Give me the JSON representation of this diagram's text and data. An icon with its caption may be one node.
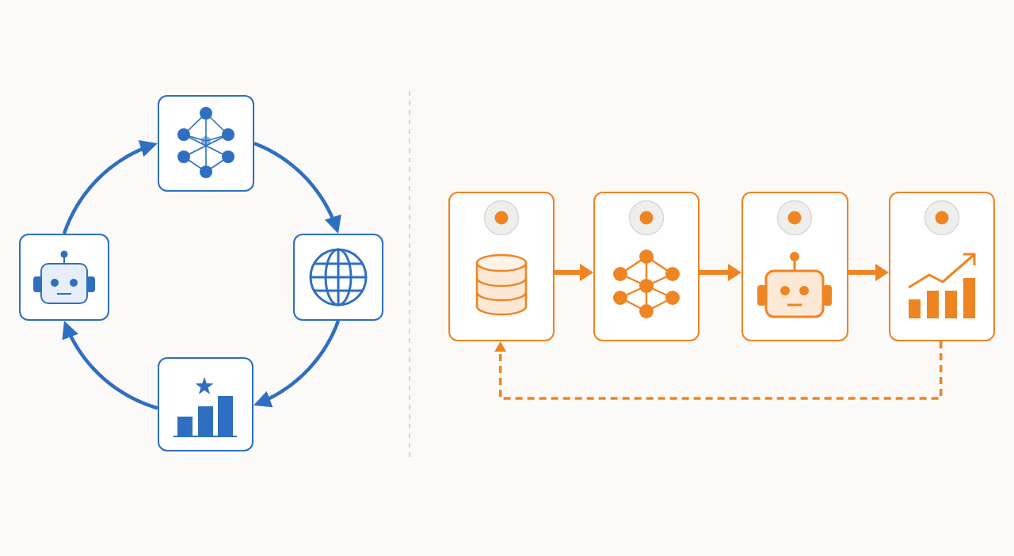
{
  "diagram": {
    "nodes": [
      {
        "text": [],
        "shape": "box"
      },
      {
        "text": [],
        "shape": "box"
      },
      {
        "text": [],
        "shape": "box"
      },
      {
        "text": [],
        "shape": "box"
      },
      {
        "text": [],
        "shape": "box"
      },
      {
        "text": [],
        "shape": "box"
      },
      {
        "text": [],
        "shape": "box"
      },
      {
        "text": [],
        "shape": "box"
      }
    ],
    "edges": [
      {
        "from": 1,
        "to": 0,
        "arrow": "to"
      },
      {
        "from": 0,
        "to": 2,
        "arrow": "to"
      },
      {
        "from": 2,
        "to": 3,
        "arrow": "to"
      },
      {
        "from": 3,
        "to": 1,
        "arrow": "to"
      },
      {
        "from": 4,
        "to": 5,
        "arrow": "to",
        "color": "#ef8422"
      },
      {
        "from": 5,
        "to": 6,
        "arrow": "to",
        "color": "#ef8422"
      },
      {
        "from": 6,
        "to": 7,
        "arrow": "to",
        "color": "#ef8422"
      },
      {
        "from": 7,
        "to": 4,
        "arrow": "to",
        "style": "dashed",
        "color": "#ef8422"
      }
    ]
  }
}
